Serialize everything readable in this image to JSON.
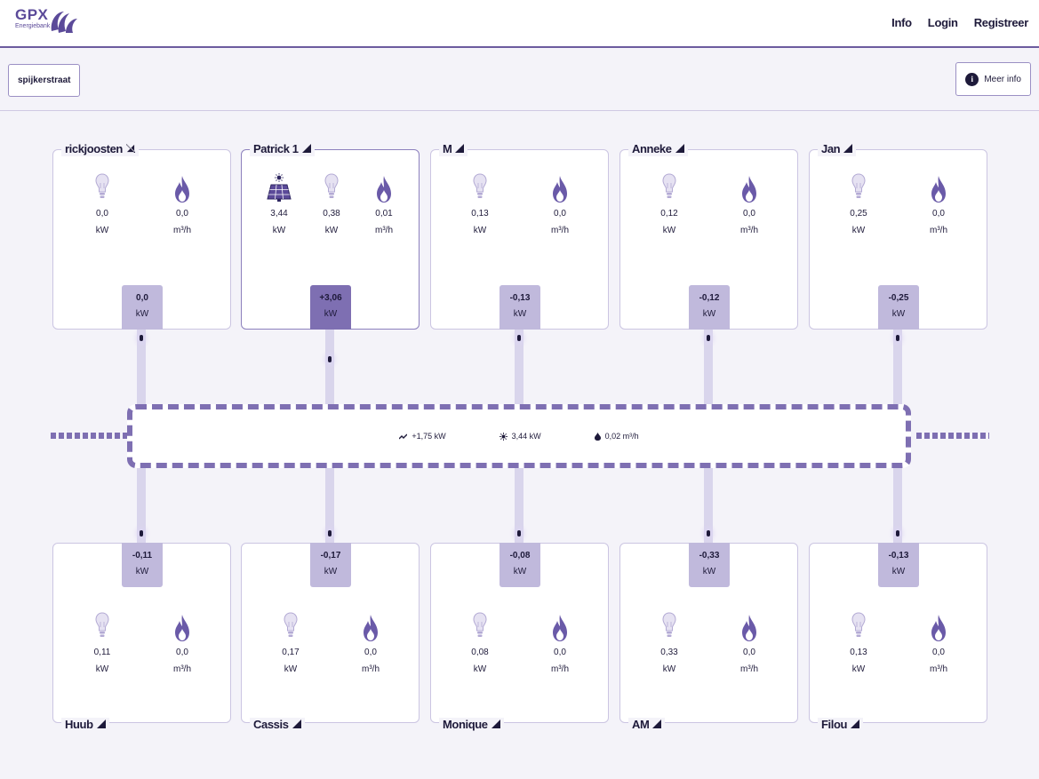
{
  "brand": {
    "name": "GPX",
    "subtitle": "Energiebank",
    "color": "#5b4a99"
  },
  "nav": {
    "info": "Info",
    "login": "Login",
    "register": "Registreer"
  },
  "location": "spijkerstraat",
  "more_info": "Meer info",
  "colors": {
    "accent": "#7e6fb2",
    "net_box": "#c0b9dc",
    "net_box_positive": "#7e6fb2",
    "wire": "#d9d5ec"
  },
  "bus": {
    "net": "+1,75 kW",
    "solar": "3,44 kW",
    "gas": "0,02 m³/h"
  },
  "top_row": [
    {
      "name": "rickjoosten",
      "signal_icon": "no-signal-icon",
      "meters": [
        {
          "icon": "bulb-icon",
          "value": "0,0",
          "unit": "kW"
        },
        {
          "icon": "flame-icon",
          "value": "0,0",
          "unit": "m³/h"
        }
      ],
      "net_value": "0,0",
      "net_unit": "kW",
      "positive": false
    },
    {
      "name": "Patrick 1",
      "signal_icon": "signal-icon",
      "meters": [
        {
          "icon": "solar-panel-icon",
          "value": "3,44",
          "unit": "kW"
        },
        {
          "icon": "bulb-icon",
          "value": "0,38",
          "unit": "kW"
        },
        {
          "icon": "flame-icon",
          "value": "0,01",
          "unit": "m³/h"
        }
      ],
      "net_value": "+3,06",
      "net_unit": "kW",
      "positive": true
    },
    {
      "name": "M",
      "signal_icon": "signal-icon",
      "meters": [
        {
          "icon": "bulb-icon",
          "value": "0,13",
          "unit": "kW"
        },
        {
          "icon": "flame-icon",
          "value": "0,0",
          "unit": "m³/h"
        }
      ],
      "net_value": "-0,13",
      "net_unit": "kW",
      "positive": false
    },
    {
      "name": "Anneke",
      "signal_icon": "signal-icon",
      "meters": [
        {
          "icon": "bulb-icon",
          "value": "0,12",
          "unit": "kW"
        },
        {
          "icon": "flame-icon",
          "value": "0,0",
          "unit": "m³/h"
        }
      ],
      "net_value": "-0,12",
      "net_unit": "kW",
      "positive": false
    },
    {
      "name": "Jan",
      "signal_icon": "signal-icon",
      "meters": [
        {
          "icon": "bulb-icon",
          "value": "0,25",
          "unit": "kW"
        },
        {
          "icon": "flame-icon",
          "value": "0,0",
          "unit": "m³/h"
        }
      ],
      "net_value": "-0,25",
      "net_unit": "kW",
      "positive": false
    }
  ],
  "bottom_row": [
    {
      "name": "Huub",
      "signal_icon": "signal-icon",
      "meters": [
        {
          "icon": "bulb-icon",
          "value": "0,11",
          "unit": "kW"
        },
        {
          "icon": "flame-icon",
          "value": "0,0",
          "unit": "m³/h"
        }
      ],
      "net_value": "-0,11",
      "net_unit": "kW",
      "positive": false
    },
    {
      "name": "Cassis",
      "signal_icon": "signal-icon",
      "meters": [
        {
          "icon": "bulb-icon",
          "value": "0,17",
          "unit": "kW"
        },
        {
          "icon": "flame-icon",
          "value": "0,0",
          "unit": "m³/h"
        }
      ],
      "net_value": "-0,17",
      "net_unit": "kW",
      "positive": false
    },
    {
      "name": "Monique",
      "signal_icon": "signal-icon",
      "meters": [
        {
          "icon": "bulb-icon",
          "value": "0,08",
          "unit": "kW"
        },
        {
          "icon": "flame-icon",
          "value": "0,0",
          "unit": "m³/h"
        }
      ],
      "net_value": "-0,08",
      "net_unit": "kW",
      "positive": false
    },
    {
      "name": "AM",
      "signal_icon": "signal-icon",
      "meters": [
        {
          "icon": "bulb-icon",
          "value": "0,33",
          "unit": "kW"
        },
        {
          "icon": "flame-icon",
          "value": "0,0",
          "unit": "m³/h"
        }
      ],
      "net_value": "-0,33",
      "net_unit": "kW",
      "positive": false
    },
    {
      "name": "Filou",
      "signal_icon": "signal-icon",
      "meters": [
        {
          "icon": "bulb-icon",
          "value": "0,13",
          "unit": "kW"
        },
        {
          "icon": "flame-icon",
          "value": "0,0",
          "unit": "m³/h"
        }
      ],
      "net_value": "-0,13",
      "net_unit": "kW",
      "positive": false
    }
  ]
}
